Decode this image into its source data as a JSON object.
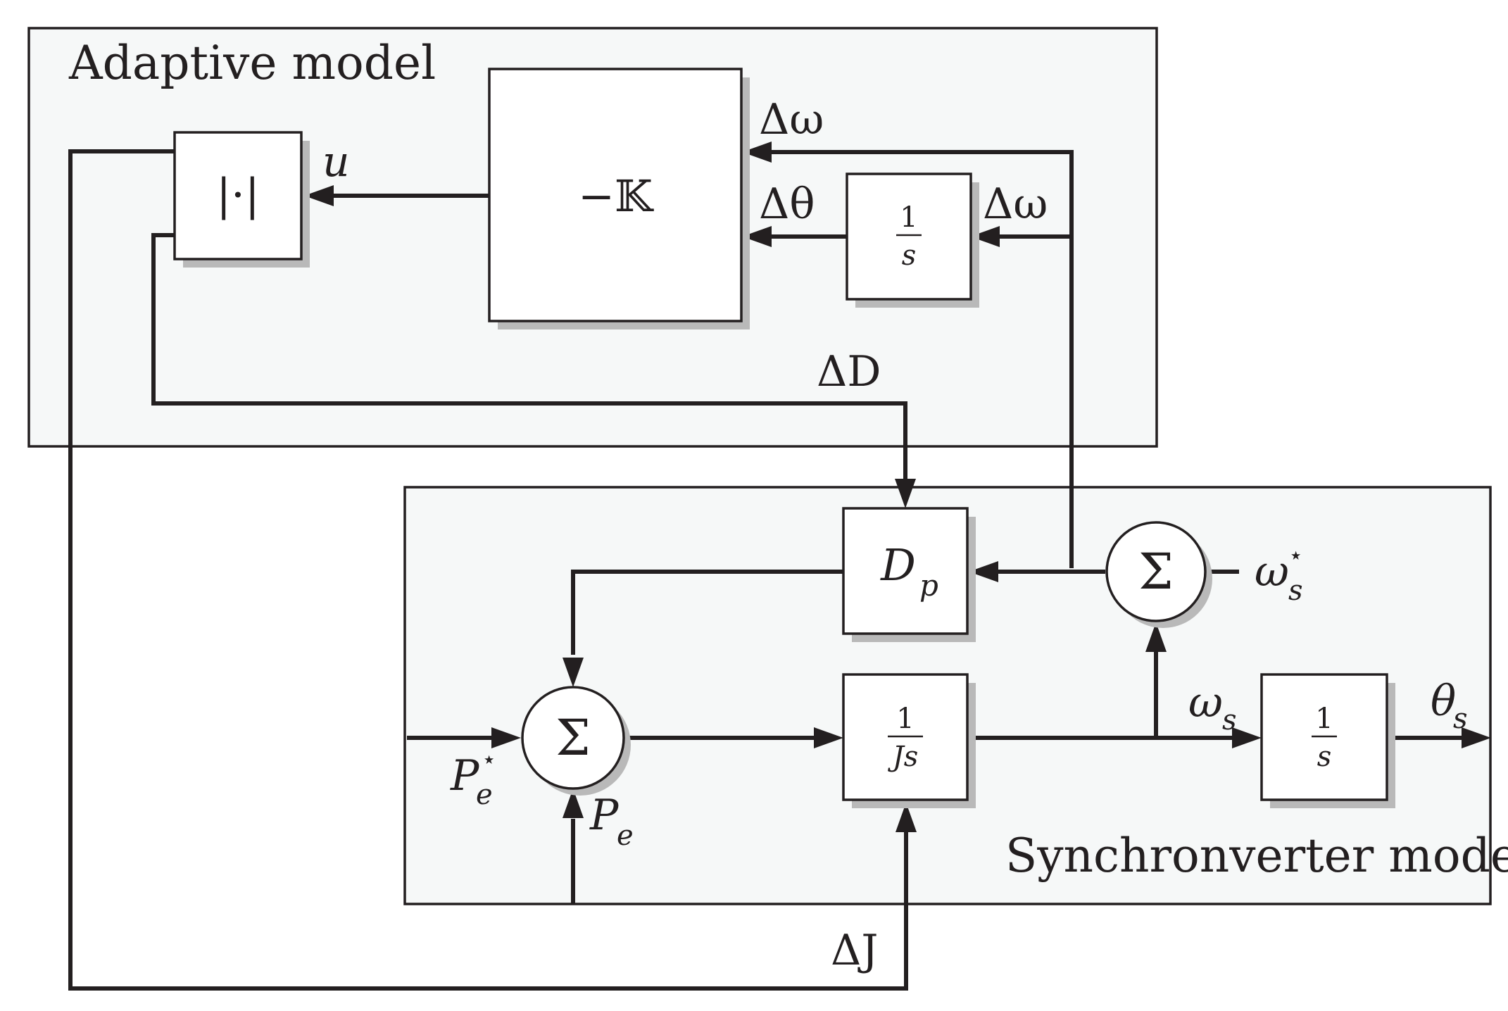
{
  "panels": {
    "adaptive_title": "Adaptive model",
    "synchronverter_title": "Synchronverter model"
  },
  "blocks": {
    "abs": "|·|",
    "gain": "−𝕂",
    "integrator_num": "1",
    "integrator_den": "s",
    "damping_main": "D",
    "damping_sub": "p",
    "inertia_num": "1",
    "inertia_den": "Js",
    "output_integrator_num": "1",
    "output_integrator_den": "s",
    "sum_symbol": "Σ"
  },
  "signals": {
    "u": "u",
    "delta_omega_top": "Δω",
    "delta_theta": "Δθ",
    "delta_omega_int": "Δω",
    "delta_D": "ΔD",
    "delta_J": "ΔJ",
    "omega_ref_main": "ω",
    "omega_ref_sub": "s",
    "omega_ref_sup": "⋆",
    "omega_s_main": "ω",
    "omega_s_sub": "s",
    "theta_s_main": "θ",
    "theta_s_sub": "s",
    "pe_ref_main": "P",
    "pe_ref_sub": "e",
    "pe_ref_sup": "⋆",
    "pe_main": "P",
    "pe_sub": "e"
  }
}
